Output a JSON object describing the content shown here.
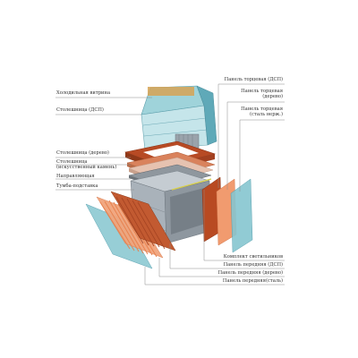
{
  "labels_left": [
    "Холодильная витрина",
    "Столешница (ДСП)",
    "Столешница (дерево)",
    "Столешница\n(искусственный камень)",
    "Направляющая",
    "Тумба-подставка"
  ],
  "labels_right": [
    "Панель торцевая (ДСП)",
    "Панель торцевая\n(дерево)",
    "Панель торцевая\n(сталь нерж.)",
    "Комплект светильников",
    "Панель передняя (ДСП)",
    "Панель передняя (дерево)",
    "Панель передняя(сталь)"
  ],
  "colors": {
    "glass": "#7fc6cf",
    "glass_dark": "#4f9fb0",
    "wood": "#c0532c",
    "wood_light": "#e07a4c",
    "metal": "#aab4bd",
    "metal_dark": "#7a858f",
    "leader": "#8c8c8c"
  }
}
